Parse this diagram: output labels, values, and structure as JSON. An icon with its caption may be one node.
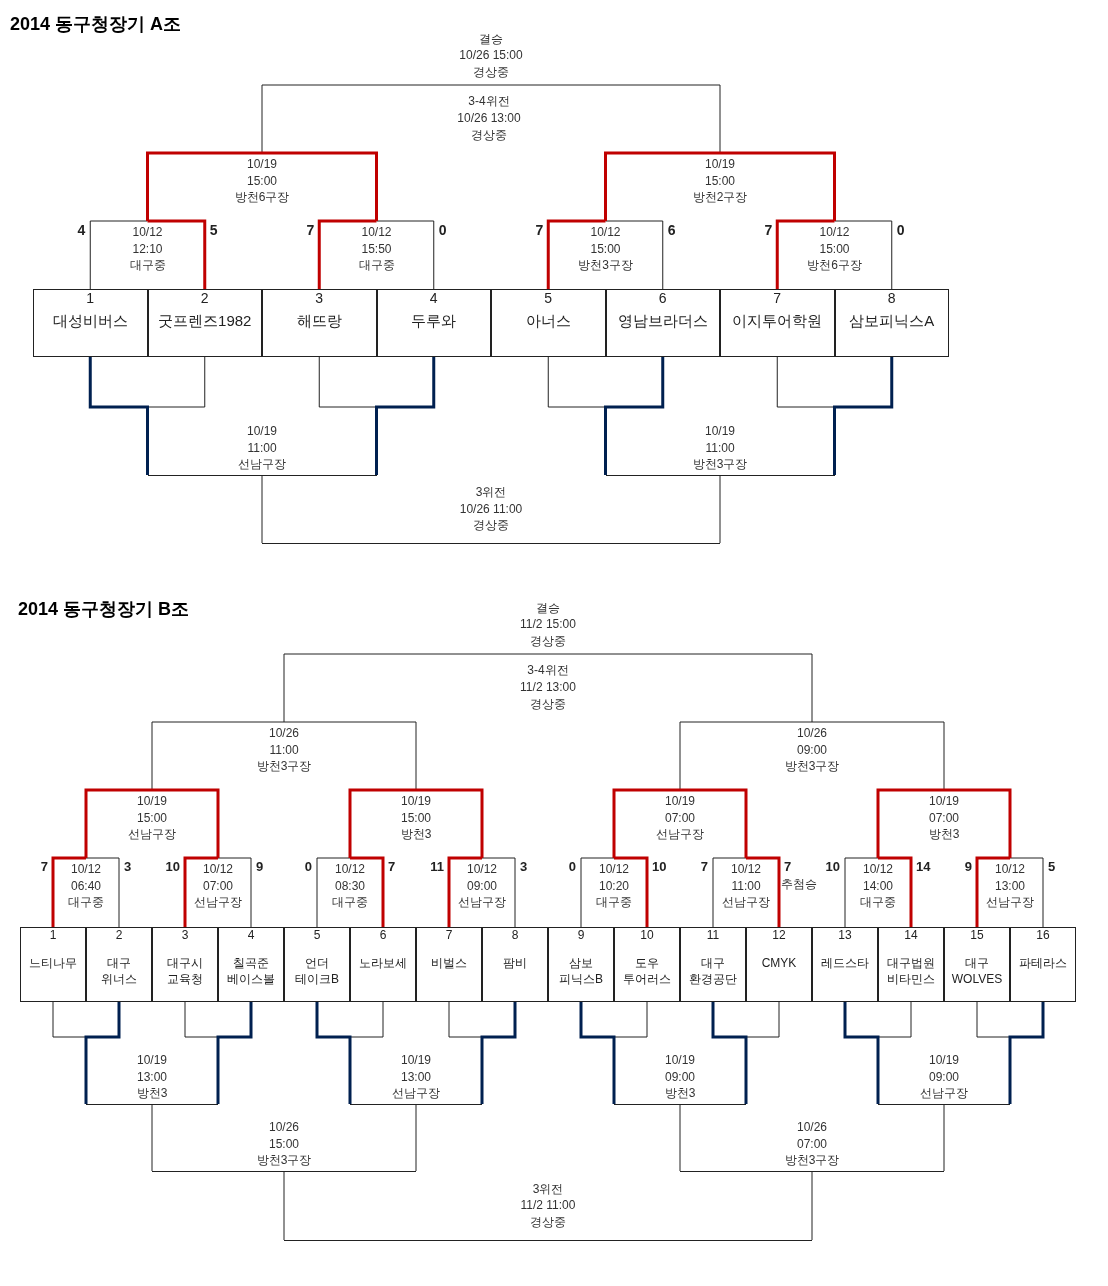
{
  "diagram": {
    "nodes": [
      {
        "text": [
          "결승",
          "10/26 15:00",
          "경상중"
        ]
      },
      {
        "text": [
          "10/19",
          "15:00",
          "방천6구장"
        ]
      },
      {
        "text": [
          "10/19",
          "15:00",
          "방천2구장"
        ]
      },
      {
        "text": [
          "10/12",
          "12:10",
          "대구중"
        ]
      },
      {
        "text": [
          "10/12",
          "15:50",
          "대구중"
        ]
      },
      {
        "text": [
          "10/12",
          "15:00",
          "방천3구장"
        ]
      },
      {
        "text": [
          "10/12",
          "15:00",
          "방천6구장"
        ]
      },
      {
        "text": [
          "1",
          "대성비버스"
        ]
      },
      {
        "text": [
          "2",
          "굿프렌즈1982"
        ]
      },
      {
        "text": [
          "3",
          "해뜨랑"
        ]
      },
      {
        "text": [
          "4",
          "두루와"
        ]
      },
      {
        "text": [
          "5",
          "아너스"
        ]
      },
      {
        "text": [
          "6",
          "영남브라더스"
        ]
      },
      {
        "text": [
          "7",
          "이지투어학원"
        ]
      },
      {
        "text": [
          "8",
          "삼보피닉스A"
        ]
      },
      {
        "text": [
          "10/19",
          "11:00",
          "선남구장"
        ]
      },
      {
        "text": [
          "10/19",
          "11:00",
          "방천3구장"
        ]
      },
      {
        "text": [
          "3위전",
          "10/26 11:00",
          "경상중"
        ]
      },
      {
        "text": [
          "결승",
          "11/2 15:00",
          "경상중"
        ]
      },
      {
        "text": [
          "10/26",
          "11:00",
          "방천3구장"
        ]
      },
      {
        "text": [
          "10/26",
          "09:00",
          "방천3구장"
        ]
      },
      {
        "text": [
          "10/19",
          "15:00",
          "선남구장"
        ]
      },
      {
        "text": [
          "10/19",
          "15:00",
          "방천3"
        ]
      },
      {
        "text": [
          "10/19",
          "07:00",
          "선남구장"
        ]
      },
      {
        "text": [
          "10/19",
          "07:00",
          "방천3"
        ]
      },
      {
        "text": [
          "10/12",
          "06:40",
          "대구중"
        ]
      },
      {
        "text": [
          "10/12",
          "07:00",
          "선남구장"
        ]
      },
      {
        "text": [
          "10/12",
          "08:30",
          "대구중"
        ]
      },
      {
        "text": [
          "10/12",
          "09:00",
          "선남구장"
        ]
      },
      {
        "text": [
          "10/12",
          "10:20",
          "대구중"
        ]
      },
      {
        "text": [
          "10/12",
          "11:00",
          "선남구장"
        ]
      },
      {
        "text": [
          "10/12",
          "14:00",
          "대구중"
        ]
      },
      {
        "text": [
          "10/12",
          "13:00",
          "선남구장"
        ]
      },
      {
        "text": [
          "1",
          "느티나무"
        ]
      },
      {
        "text": [
          "2",
          "대구 위너스"
        ]
      },
      {
        "text": [
          "3",
          "대구시 교육청"
        ]
      },
      {
        "text": [
          "4",
          "칠곡준 베이스볼"
        ]
      },
      {
        "text": [
          "5",
          "언더 테이크B"
        ]
      },
      {
        "text": [
          "6",
          "노라보세"
        ]
      },
      {
        "text": [
          "7",
          "비벌스"
        ]
      },
      {
        "text": [
          "8",
          "팜비"
        ]
      },
      {
        "text": [
          "9",
          "삼보 피닉스B"
        ]
      },
      {
        "text": [
          "10",
          "도우 투어러스"
        ]
      },
      {
        "text": [
          "11",
          "대구 환경공단"
        ]
      },
      {
        "text": [
          "12",
          "CMYK"
        ]
      },
      {
        "text": [
          "13",
          "레드스타"
        ]
      },
      {
        "text": [
          "14",
          "대구법원 비타민스"
        ]
      },
      {
        "text": [
          "15",
          "대구 WOLVES"
        ]
      },
      {
        "text": [
          "16",
          "파테라스"
        ]
      },
      {
        "text": [
          "10/19",
          "13:00",
          "방천3"
        ]
      },
      {
        "text": [
          "10/19",
          "13:00",
          "선남구장"
        ]
      },
      {
        "text": [
          "10/19",
          "09:00",
          "방천3"
        ]
      },
      {
        "text": [
          "10/19",
          "09:00",
          "선남구장"
        ]
      },
      {
        "text": [
          "10/26",
          "15:00",
          "방천3구장"
        ]
      },
      {
        "text": [
          "10/26",
          "07:00",
          "방천3구장"
        ]
      },
      {
        "text": [
          "3위전",
          "11/2 11:00",
          "경상중"
        ]
      }
    ],
    "edges": [
      {
        "from": 7,
        "to": 3,
        "arrow": "none",
        "label": "4"
      },
      {
        "from": 8,
        "to": 3,
        "arrow": "none",
        "label": "5",
        "style": "thick",
        "color": "#c00000"
      },
      {
        "from": 9,
        "to": 4,
        "arrow": "none",
        "label": "7",
        "style": "thick",
        "color": "#c00000"
      },
      {
        "from": 10,
        "to": 4,
        "arrow": "none",
        "label": "0"
      },
      {
        "from": 11,
        "to": 5,
        "arrow": "none",
        "label": "7",
        "style": "thick",
        "color": "#c00000"
      },
      {
        "from": 12,
        "to": 5,
        "arrow": "none",
        "label": "6"
      },
      {
        "from": 13,
        "to": 6,
        "arrow": "none",
        "label": "7",
        "style": "thick",
        "color": "#c00000"
      },
      {
        "from": 14,
        "to": 6,
        "arrow": "none",
        "label": "0"
      },
      {
        "from": 3,
        "to": 1,
        "arrow": "none",
        "style": "thick",
        "color": "#c00000"
      },
      {
        "from": 4,
        "to": 1,
        "arrow": "none",
        "style": "thick",
        "color": "#c00000"
      },
      {
        "from": 5,
        "to": 2,
        "arrow": "none",
        "style": "thick",
        "color": "#c00000"
      },
      {
        "from": 6,
        "to": 2,
        "arrow": "none",
        "style": "thick",
        "color": "#c00000"
      },
      {
        "from": 1,
        "to": 0,
        "arrow": "none"
      },
      {
        "from": 2,
        "to": 0,
        "arrow": "none"
      },
      {
        "from": 7,
        "to": 15,
        "arrow": "none",
        "style": "thick",
        "color": "#002050"
      },
      {
        "from": 8,
        "to": 15,
        "arrow": "none"
      },
      {
        "from": 9,
        "to": 15,
        "arrow": "none"
      },
      {
        "from": 10,
        "to": 15,
        "arrow": "none",
        "style": "thick",
        "color": "#002050"
      },
      {
        "from": 11,
        "to": 16,
        "arrow": "none"
      },
      {
        "from": 12,
        "to": 16,
        "arrow": "none",
        "style": "thick",
        "color": "#002050"
      },
      {
        "from": 13,
        "to": 16,
        "arrow": "none"
      },
      {
        "from": 14,
        "to": 16,
        "arrow": "none",
        "style": "thick",
        "color": "#002050"
      },
      {
        "from": 15,
        "to": 17,
        "arrow": "none"
      },
      {
        "from": 16,
        "to": 17,
        "arrow": "none"
      },
      {
        "from": 33,
        "to": 25,
        "arrow": "none",
        "label": "7",
        "style": "thick",
        "color": "#c00000"
      },
      {
        "from": 34,
        "to": 25,
        "arrow": "none",
        "label": "3"
      },
      {
        "from": 35,
        "to": 26,
        "arrow": "none",
        "label": "10",
        "style": "thick",
        "color": "#c00000"
      },
      {
        "from": 36,
        "to": 26,
        "arrow": "none",
        "label": "9"
      },
      {
        "from": 37,
        "to": 27,
        "arrow": "none",
        "label": "0"
      },
      {
        "from": 38,
        "to": 27,
        "arrow": "none",
        "label": "7",
        "style": "thick",
        "color": "#c00000"
      },
      {
        "from": 39,
        "to": 28,
        "arrow": "none",
        "label": "11",
        "style": "thick",
        "color": "#c00000"
      },
      {
        "from": 40,
        "to": 28,
        "arrow": "none",
        "label": "3"
      },
      {
        "from": 41,
        "to": 29,
        "arrow": "none",
        "label": "0"
      },
      {
        "from": 42,
        "to": 29,
        "arrow": "none",
        "label": "10",
        "style": "thick",
        "color": "#c00000"
      },
      {
        "from": 43,
        "to": 30,
        "arrow": "none",
        "label": "7"
      },
      {
        "from": 44,
        "to": 30,
        "arrow": "none",
        "label": "7",
        "style": "thick",
        "color": "#c00000"
      },
      {
        "from": 45,
        "to": 31,
        "arrow": "none",
        "label": "10"
      },
      {
        "from": 46,
        "to": 31,
        "arrow": "none",
        "label": "14",
        "style": "thick",
        "color": "#c00000"
      },
      {
        "from": 47,
        "to": 32,
        "arrow": "none",
        "label": "9",
        "style": "thick",
        "color": "#c00000"
      },
      {
        "from": 48,
        "to": 32,
        "arrow": "none",
        "label": "5"
      },
      {
        "from": 25,
        "to": 21,
        "arrow": "none",
        "style": "thick",
        "color": "#c00000"
      },
      {
        "from": 26,
        "to": 21,
        "arrow": "none",
        "style": "thick",
        "color": "#c00000"
      },
      {
        "from": 27,
        "to": 22,
        "arrow": "none",
        "style": "thick",
        "color": "#c00000"
      },
      {
        "from": 28,
        "to": 22,
        "arrow": "none",
        "style": "thick",
        "color": "#c00000"
      },
      {
        "from": 29,
        "to": 23,
        "arrow": "none",
        "style": "thick",
        "color": "#c00000"
      },
      {
        "from": 30,
        "to": 23,
        "arrow": "none",
        "style": "thick",
        "color": "#c00000"
      },
      {
        "from": 31,
        "to": 24,
        "arrow": "none",
        "style": "thick",
        "color": "#c00000"
      },
      {
        "from": 32,
        "to": 24,
        "arrow": "none",
        "style": "thick",
        "color": "#c00000"
      },
      {
        "from": 21,
        "to": 19,
        "arrow": "none"
      },
      {
        "from": 22,
        "to": 19,
        "arrow": "none"
      },
      {
        "from": 23,
        "to": 20,
        "arrow": "none"
      },
      {
        "from": 24,
        "to": 20,
        "arrow": "none"
      },
      {
        "from": 19,
        "to": 18,
        "arrow": "none"
      },
      {
        "from": 20,
        "to": 18,
        "arrow": "none"
      },
      {
        "from": 33,
        "to": 49,
        "arrow": "none"
      },
      {
        "from": 34,
        "to": 49,
        "arrow": "none",
        "style": "thick",
        "color": "#002050"
      },
      {
        "from": 35,
        "to": 49,
        "arrow": "none"
      },
      {
        "from": 36,
        "to": 49,
        "arrow": "none",
        "style": "thick",
        "color": "#002050"
      },
      {
        "from": 37,
        "to": 50,
        "arrow": "none",
        "style": "thick",
        "color": "#002050"
      },
      {
        "from": 38,
        "to": 50,
        "arrow": "none"
      },
      {
        "from": 39,
        "to": 50,
        "arrow": "none"
      },
      {
        "from": 40,
        "to": 50,
        "arrow": "none",
        "style": "thick",
        "color": "#002050"
      },
      {
        "from": 41,
        "to": 51,
        "arrow": "none",
        "style": "thick",
        "color": "#002050"
      },
      {
        "from": 42,
        "to": 51,
        "arrow": "none"
      },
      {
        "from": 43,
        "to": 51,
        "arrow": "none",
        "style": "thick",
        "color": "#002050"
      },
      {
        "from": 44,
        "to": 51,
        "arrow": "none"
      },
      {
        "from": 45,
        "to": 52,
        "arrow": "none",
        "style": "thick",
        "color": "#002050"
      },
      {
        "from": 46,
        "to": 52,
        "arrow": "none"
      },
      {
        "from": 47,
        "to": 52,
        "arrow": "none"
      },
      {
        "from": 48,
        "to": 52,
        "arrow": "none",
        "style": "thick",
        "color": "#002050"
      },
      {
        "from": 49,
        "to": 53,
        "arrow": "none"
      },
      {
        "from": 50,
        "to": 53,
        "arrow": "none"
      },
      {
        "from": 51,
        "to": 54,
        "arrow": "none"
      },
      {
        "from": 52,
        "to": 54,
        "arrow": "none"
      },
      {
        "from": 53,
        "to": 55,
        "arrow": "none"
      },
      {
        "from": 54,
        "to": 55,
        "arrow": "none"
      }
    ],
    "labels": [
      "2014 동구청장기 A조",
      "3-4위전",
      "10/26 13:00",
      "경상중",
      "2014 동구청장기 B조",
      "3-4위전",
      "11/2 13:00",
      "경상중",
      "추첨승"
    ]
  }
}
